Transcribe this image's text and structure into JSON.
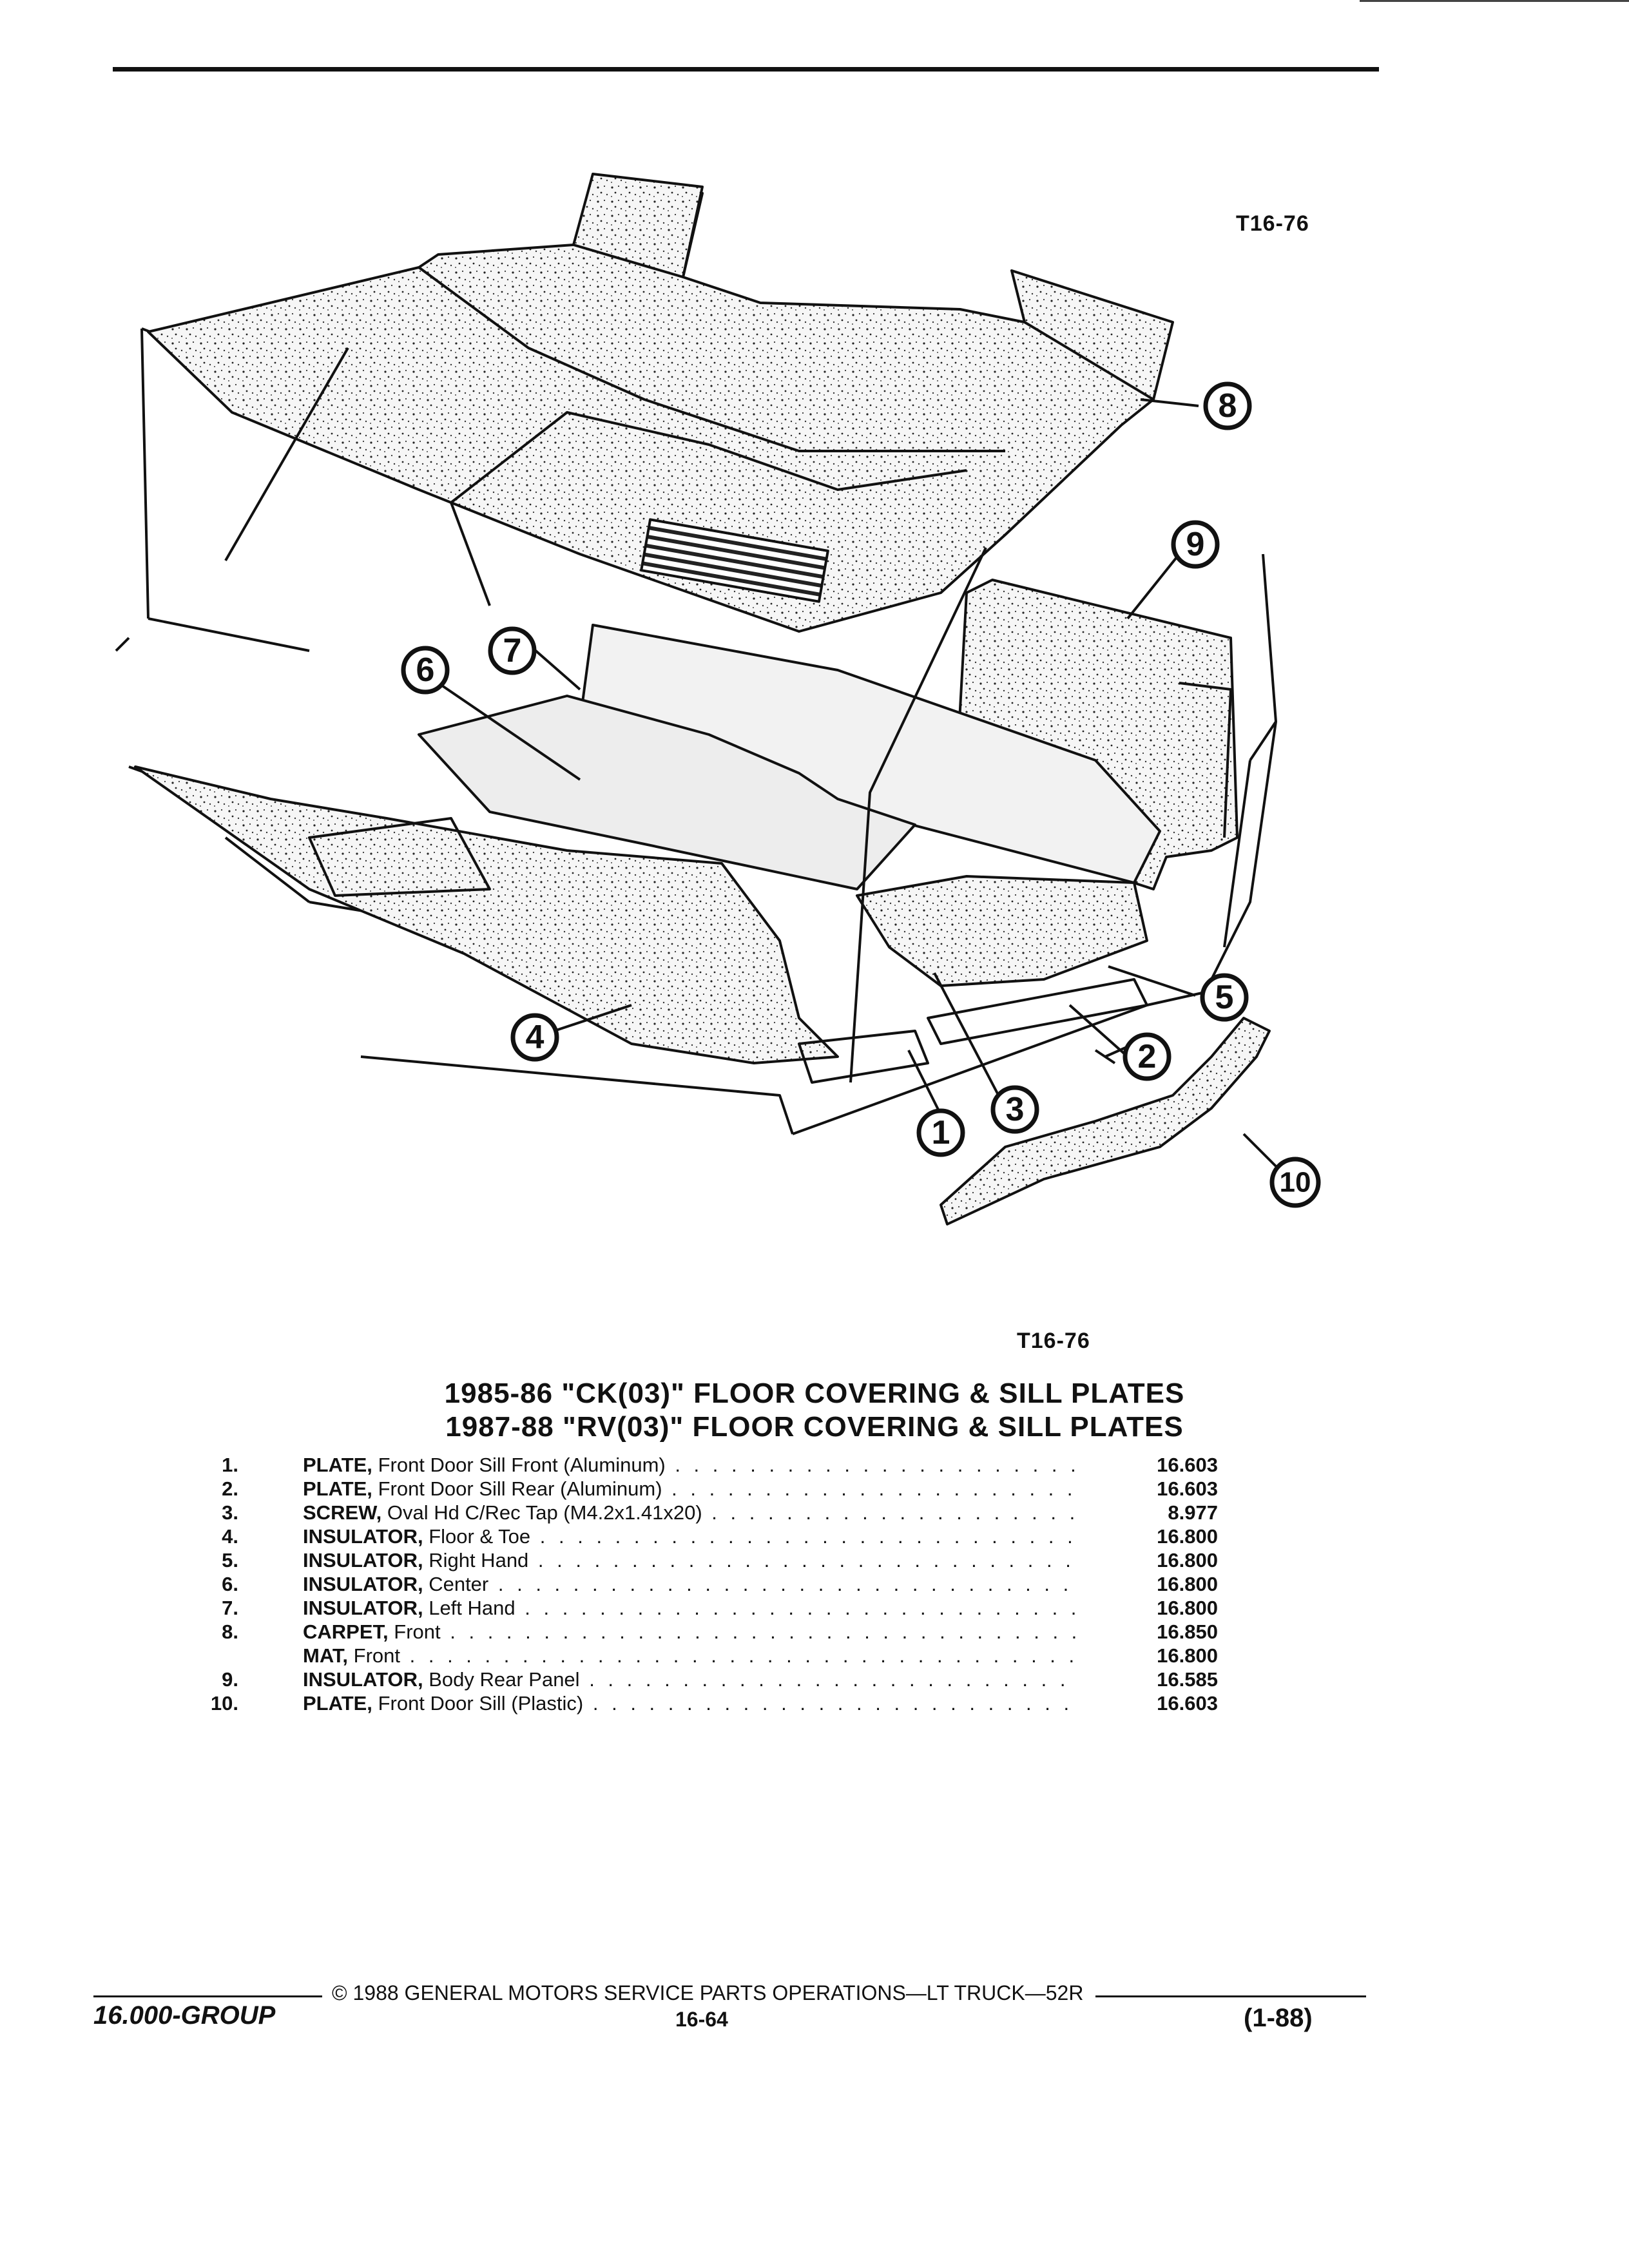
{
  "figure_code_top": "T16-76",
  "figure_code_bottom": "T16-76",
  "titles": [
    "1985-86 \"CK(03)\" FLOOR COVERING & SILL PLATES",
    "1987-88 \"RV(03)\" FLOOR COVERING & SILL PLATES"
  ],
  "parts": [
    {
      "num": "1.",
      "name": "PLATE,",
      "desc": "Front Door Sill Front (Aluminum)",
      "group": "16.603"
    },
    {
      "num": "2.",
      "name": "PLATE,",
      "desc": "Front Door Sill Rear (Aluminum)",
      "group": "16.603"
    },
    {
      "num": "3.",
      "name": "SCREW,",
      "desc": "Oval Hd C/Rec Tap (M4.2x1.41x20)",
      "group": "8.977"
    },
    {
      "num": "4.",
      "name": "INSULATOR,",
      "desc": "Floor & Toe",
      "group": "16.800"
    },
    {
      "num": "5.",
      "name": "INSULATOR,",
      "desc": "Right Hand",
      "group": "16.800"
    },
    {
      "num": "6.",
      "name": "INSULATOR,",
      "desc": "Center",
      "group": "16.800"
    },
    {
      "num": "7.",
      "name": "INSULATOR,",
      "desc": "Left Hand",
      "group": "16.800"
    },
    {
      "num": "8.",
      "name": "CARPET,",
      "desc": "Front",
      "group": "16.850"
    },
    {
      "num": "",
      "name": "MAT,",
      "desc": "Front",
      "group": "16.800"
    },
    {
      "num": "9.",
      "name": "INSULATOR,",
      "desc": "Body Rear Panel",
      "group": "16.585"
    },
    {
      "num": "10.",
      "name": "PLATE,",
      "desc": "Front Door Sill (Plastic)",
      "group": "16.603"
    }
  ],
  "callouts": [
    "1",
    "2",
    "3",
    "4",
    "5",
    "6",
    "7",
    "8",
    "9",
    "10"
  ],
  "footer": {
    "copyright": "© 1988 GENERAL MOTORS SERVICE PARTS OPERATIONS—LT TRUCK—52R",
    "group": "16.000-GROUP",
    "page": "16-64",
    "date": "(1-88)"
  }
}
